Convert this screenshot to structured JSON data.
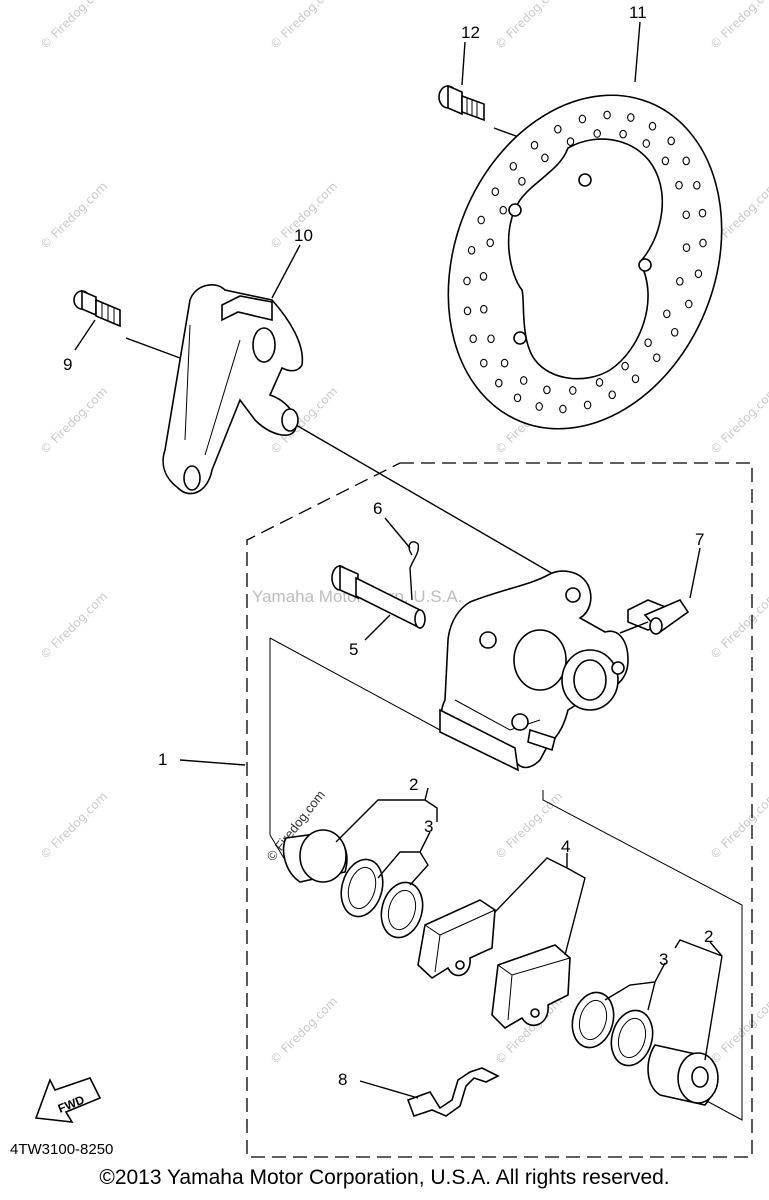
{
  "part_code": "4TW3100-8250",
  "copyright": "©2013 Yamaha Motor Corporation, U.S.A. All rights reserved.",
  "watermarks": {
    "center": "Yamaha Motor Corp, U.S.A.",
    "site": "© Firedog.com"
  },
  "fwd_label": "FWD",
  "callouts": {
    "c1": "1",
    "c2a": "2",
    "c2b": "2",
    "c3a": "3",
    "c3b": "3",
    "c4": "4",
    "c5": "5",
    "c6": "6",
    "c7": "7",
    "c8": "8",
    "c9": "9",
    "c10": "10",
    "c11": "11",
    "c12": "12"
  }
}
